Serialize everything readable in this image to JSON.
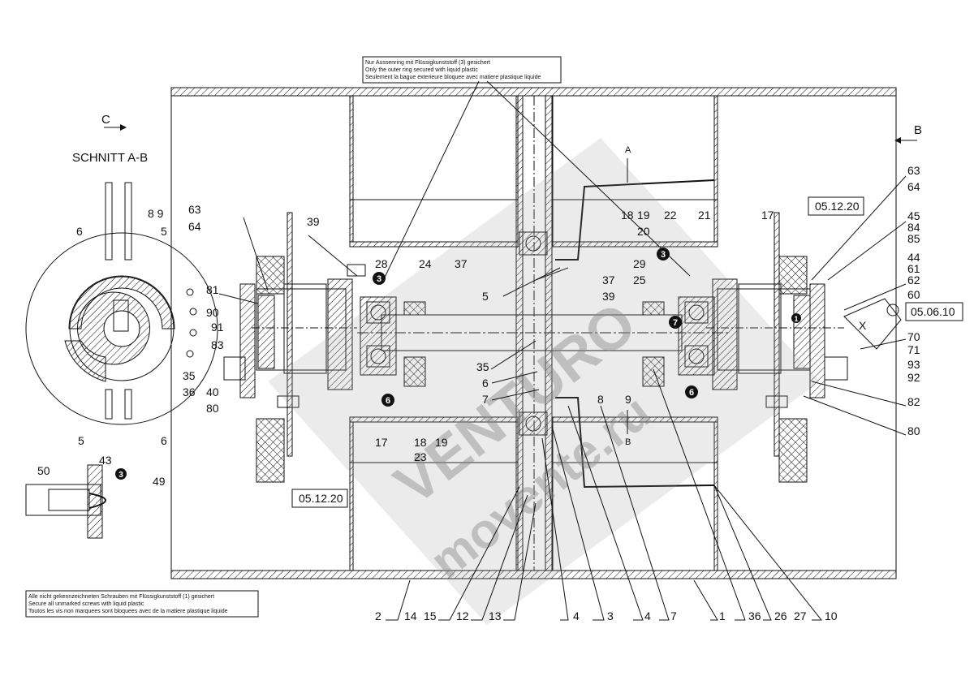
{
  "section_title": "SCHNITT A-B",
  "view_labels": {
    "c": "C",
    "b": "B",
    "a_top": "A",
    "b_bottom": "B"
  },
  "top_note": [
    "Nur Aussenring mit Flüssigkunststoff",
    "gesichert",
    "Only the outer ring secured with liquid plastic",
    "Seulement la bague exterieure bloquee avec matiere plastique liquide"
  ],
  "top_note_marker": "3",
  "bottom_note": [
    "Alle nicht gekennzeichneten Schrauben mit Flüssigkunststoff",
    "gesichert",
    "Secure all unmarked screws with liquid plastic",
    "Toutos les vis non marquees sont bloquees avec de la matiere plastique liquide"
  ],
  "bottom_note_marker": "1",
  "ref_boxes": [
    "05.12.20",
    "05.12.20",
    "05.06.10"
  ],
  "circle_markers": [
    "3",
    "3",
    "3",
    "6",
    "6",
    "6",
    "7",
    "1"
  ],
  "x_label": "X",
  "watermark": [
    "VENTURO",
    "movente.ru"
  ],
  "left_detail_labels": [
    "8 9",
    "6",
    "5",
    "35",
    "36",
    "5",
    "6",
    "63",
    "64",
    "81",
    "90",
    "91",
    "83",
    "40",
    "80",
    "39"
  ],
  "detail_labels": [
    "50",
    "43",
    "49"
  ],
  "center_left_labels": [
    "28",
    "24",
    "37",
    "5",
    "35",
    "6",
    "7",
    "17",
    "18",
    "19",
    "23"
  ],
  "center_right_labels": [
    "18",
    "19",
    "22",
    "21",
    "20",
    "29",
    "37",
    "25",
    "39",
    "8",
    "9",
    "17"
  ],
  "right_labels": [
    "63",
    "64",
    "45",
    "84",
    "85",
    "44",
    "61",
    "62",
    "60",
    "70",
    "71",
    "93",
    "92",
    "82",
    "80"
  ],
  "bottom_labels": [
    "2",
    "14",
    "15",
    "12",
    "13",
    "4",
    "3",
    "4",
    "7",
    "1",
    "36",
    "26",
    "27",
    "10"
  ]
}
